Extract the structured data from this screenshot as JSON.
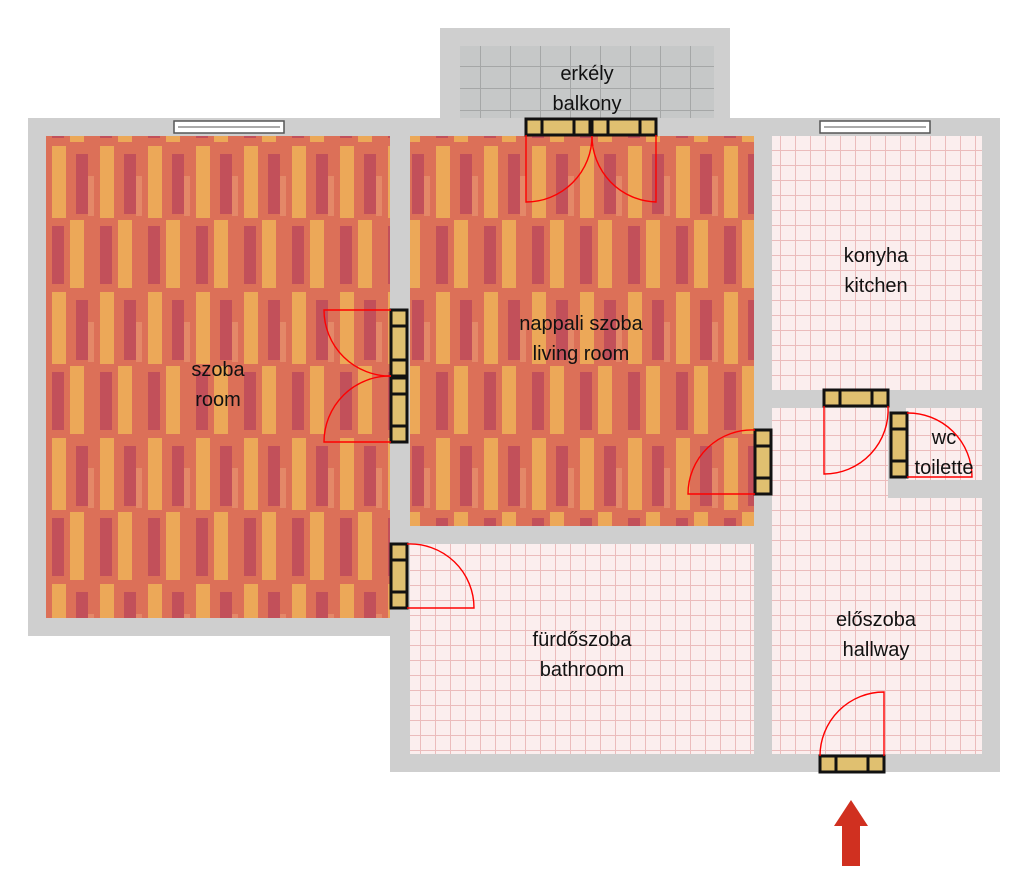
{
  "rooms": [
    {
      "id": "balcony",
      "name_hu": "erkély",
      "name_en": "balkony",
      "floor": "tile-grey"
    },
    {
      "id": "room",
      "name_hu": "szoba",
      "name_en": "room",
      "floor": "parquet"
    },
    {
      "id": "living",
      "name_hu": "nappali szoba",
      "name_en": "living room",
      "floor": "parquet"
    },
    {
      "id": "kitchen",
      "name_hu": "konyha",
      "name_en": "kitchen",
      "floor": "tile-pink"
    },
    {
      "id": "wc",
      "name_hu": "wc",
      "name_en": "toilette",
      "floor": "tile-pink"
    },
    {
      "id": "hallway",
      "name_hu": "előszoba",
      "name_en": "hallway",
      "floor": "tile-pink"
    },
    {
      "id": "bathroom",
      "name_hu": "fürdőszoba",
      "name_en": "bathroom",
      "floor": "tile-pink"
    }
  ],
  "colors": {
    "wall": "#cfcfcf",
    "parquet_base": "#dc7058",
    "parquet_light": "#eca858",
    "parquet_dark": "#c2505a",
    "tile_pink": "#fbeeee",
    "tile_grey": "#c6c8c8",
    "door_frame": "#e0c070",
    "door_swing": "#ff0000",
    "entrance_arrow": "#d03020"
  },
  "icons": {
    "entrance": "up-arrow-icon"
  }
}
